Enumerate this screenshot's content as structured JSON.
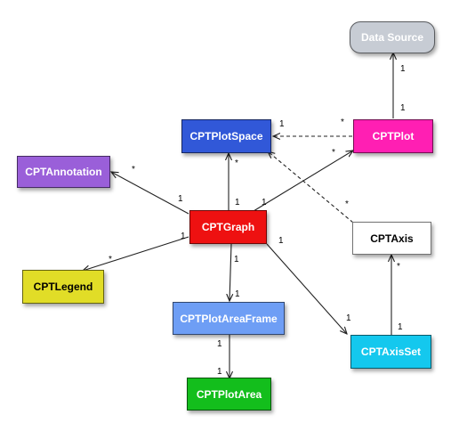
{
  "nodes": {
    "datasource": {
      "label": "Data Source",
      "color": "#c7ccd4",
      "text_color": "#ffffff"
    },
    "cptplot": {
      "label": "CPTPlot",
      "color": "#ff1fb3",
      "text_color": "#ffffff"
    },
    "cptplotspace": {
      "label": "CPTPlotSpace",
      "color": "#3158d8",
      "text_color": "#ffffff"
    },
    "cptannotation": {
      "label": "CPTAnnotation",
      "color": "#9a5fd9",
      "text_color": "#ffffff"
    },
    "cptgraph": {
      "label": "CPTGraph",
      "color": "#ee1111",
      "text_color": "#ffffff"
    },
    "cptaxis": {
      "label": "CPTAxis",
      "color": "#ffffff",
      "text_color": "#000000"
    },
    "cptlegend": {
      "label": "CPTLegend",
      "color": "#e1dd27",
      "text_color": "#000000"
    },
    "cptplotareaframe": {
      "label": "CPTPlotAreaFrame",
      "color": "#6e9ef5",
      "text_color": "#ffffff"
    },
    "cptaxisset": {
      "label": "CPTAxisSet",
      "color": "#14c8ee",
      "text_color": "#ffffff"
    },
    "cptplotarea": {
      "label": "CPTPlotArea",
      "color": "#13be1c",
      "text_color": "#ffffff"
    }
  },
  "multiplicities": {
    "plot_source_near_source": "1",
    "plot_source_near_plot": "1",
    "space_plot_near_space": "1",
    "space_plot_near_plot": "*",
    "graph_space_near_space": "*",
    "graph_space_near_graph": "1",
    "graph_annotation_near_annotation": "*",
    "graph_annotation_near_graph": "1",
    "graph_plot_near_plot": "*",
    "graph_plot_near_graph": "1",
    "space_axis_near_axis": "*",
    "graph_legend_near_graph": "1",
    "graph_legend_near_legend": "*",
    "graph_frame_near_graph": "1",
    "graph_frame_near_frame": "1",
    "graph_axisset_near_graph": "1",
    "graph_axisset_near_axisset": "1",
    "axisset_axis_near_axisset": "1",
    "axisset_axis_near_axis": "*",
    "frame_plotarea_near_frame": "1",
    "frame_plotarea_near_plotarea": "1"
  }
}
